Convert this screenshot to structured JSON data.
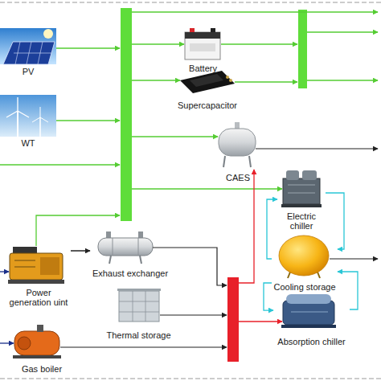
{
  "diagram": {
    "nodes": [
      {
        "text": [
          "PV"
        ]
      },
      {
        "text": [
          "Battery"
        ]
      },
      {
        "text": [
          "Supercapacitor"
        ]
      },
      {
        "text": [
          "WT"
        ]
      },
      {
        "text": [
          "CAES"
        ]
      },
      {
        "text": [
          "Electric chiller"
        ]
      },
      {
        "text": [
          "Power generation uint"
        ]
      },
      {
        "text": [
          "Exhaust exchanger"
        ]
      },
      {
        "text": [
          "Cooling storage"
        ]
      },
      {
        "text": [
          "Thermal storage"
        ]
      },
      {
        "text": [
          "Gas boiler"
        ]
      },
      {
        "text": [
          "Absorption chiller"
        ]
      }
    ],
    "edges": [
      {
        "from": 6,
        "to": 7,
        "arrow": "to"
      },
      {
        "from": 5,
        "to": 8,
        "arrow": "to"
      },
      {
        "from": 8,
        "to": 5,
        "arrow": "to"
      },
      {
        "from": 11,
        "to": 8,
        "arrow": "to"
      },
      {
        "from": 8,
        "to": 11,
        "arrow": "to"
      }
    ]
  }
}
